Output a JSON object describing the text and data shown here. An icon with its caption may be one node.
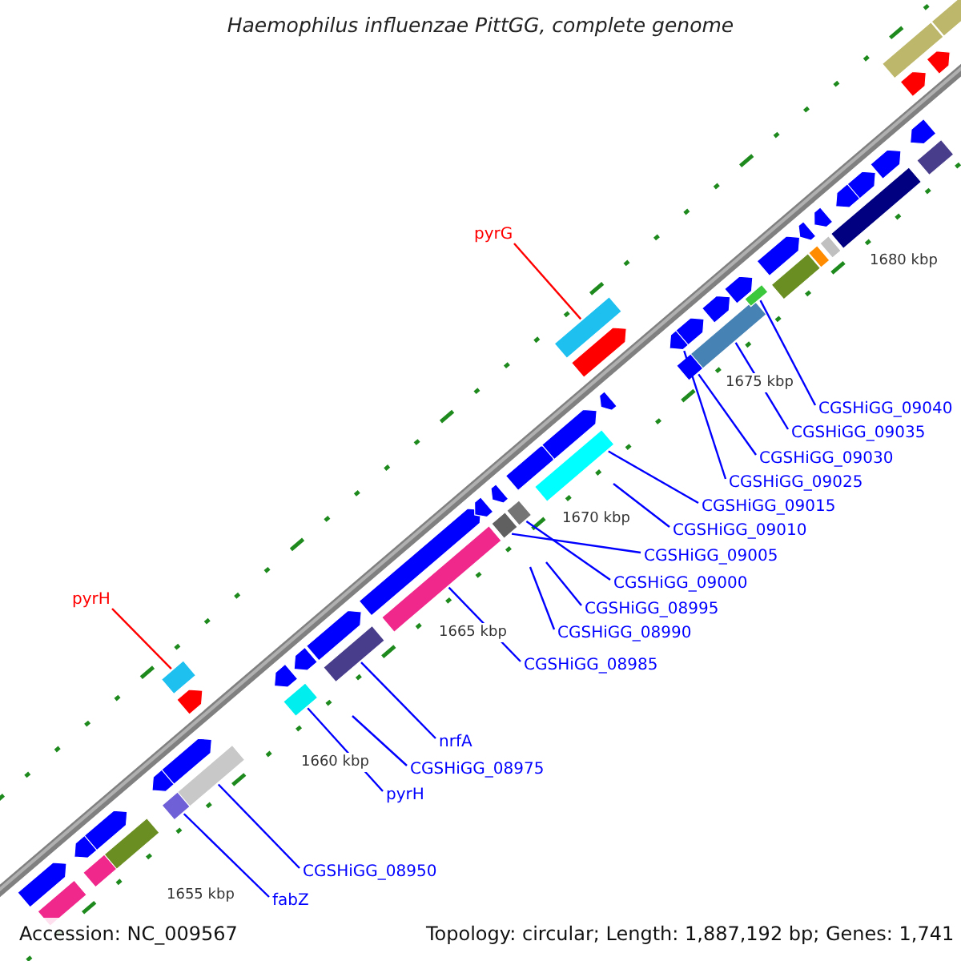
{
  "diagram": {
    "title": "Haemophilus influenzae PittGG, complete genome",
    "nodes": [
      {
        "text": [
          "pyrG"
        ]
      },
      {
        "text": [],
        "shape": "bar"
      },
      {
        "text": [
          "CGSHiGG_09040"
        ]
      },
      {
        "text": [],
        "shape": "bar"
      },
      {
        "text": [
          "CGSHiGG_09035"
        ]
      },
      {
        "text": [],
        "shape": "bar"
      },
      {
        "text": [
          "CGSHiGG_09030"
        ]
      },
      {
        "text": [],
        "shape": "bar"
      },
      {
        "text": [
          "CGSHiGG_09025"
        ]
      },
      {
        "text": [],
        "shape": "arrow"
      },
      {
        "text": [
          "CGSHiGG_09015"
        ]
      },
      {
        "text": [],
        "shape": "bar"
      },
      {
        "text": [
          "CGSHiGG_09010"
        ]
      },
      {
        "text": [
          "CGSHiGG_09005"
        ]
      },
      {
        "text": [],
        "shape": "bar"
      },
      {
        "text": [
          "CGSHiGG_09000"
        ]
      },
      {
        "text": [],
        "shape": "bar"
      },
      {
        "text": [
          "CGSHiGG_08995"
        ]
      },
      {
        "text": [
          "CGSHiGG_08990"
        ]
      },
      {
        "text": [
          "CGSHiGG_08985"
        ]
      },
      {
        "text": [],
        "shape": "bar"
      },
      {
        "text": [
          "pyrH"
        ]
      },
      {
        "text": [],
        "shape": "bar"
      },
      {
        "text": [
          "nrfA"
        ]
      },
      {
        "text": [],
        "shape": "bar"
      },
      {
        "text": [
          "CGSHiGG_08975"
        ]
      },
      {
        "text": [
          "pyrH"
        ]
      },
      {
        "text": [],
        "shape": "bar"
      },
      {
        "text": [
          "CGSHiGG_08950"
        ]
      },
      {
        "text": [],
        "shape": "bar"
      },
      {
        "text": [
          "fabZ"
        ]
      },
      {
        "text": [],
        "shape": "bar"
      },
      {
        "text": [],
        "shape": "arrow"
      },
      {
        "text": [],
        "shape": "arrow"
      },
      {
        "text": [],
        "shape": "arrow"
      },
      {
        "text": [],
        "shape": "arrow"
      },
      {
        "text": [],
        "shape": "arrow"
      },
      {
        "text": [],
        "shape": "arrow"
      },
      {
        "text": [],
        "shape": "arrow"
      },
      {
        "text": [],
        "shape": "arrow"
      },
      {
        "text": [],
        "shape": "arrow"
      },
      {
        "text": [],
        "shape": "arrow"
      },
      {
        "text": [],
        "shape": "arrow"
      },
      {
        "text": [],
        "shape": "arrow"
      },
      {
        "text": [],
        "shape": "arrow"
      },
      {
        "text": [],
        "shape": "arrow"
      },
      {
        "text": [],
        "shape": "arrow"
      },
      {
        "text": [],
        "shape": "arrow"
      },
      {
        "text": [],
        "shape": "arrow"
      },
      {
        "text": [],
        "shape": "arrow"
      },
      {
        "text": [],
        "shape": "arrow"
      },
      {
        "text": [],
        "shape": "arrow"
      },
      {
        "text": [],
        "shape": "arrow"
      },
      {
        "text": [],
        "shape": "arrow"
      },
      {
        "text": [],
        "shape": "arrow"
      },
      {
        "text": [],
        "shape": "arrow"
      },
      {
        "text": [],
        "shape": "bar"
      },
      {
        "text": [],
        "shape": "bar"
      },
      {
        "text": [],
        "shape": "bar"
      },
      {
        "text": [],
        "shape": "bar"
      },
      {
        "text": [],
        "shape": "bar"
      },
      {
        "text": [],
        "shape": "bar"
      },
      {
        "text": [],
        "shape": "bar"
      },
      {
        "text": [],
        "shape": "bar"
      },
      {
        "text": [],
        "shape": "arrow"
      },
      {
        "text": [],
        "shape": "arrow"
      },
      {
        "text": [],
        "shape": "bar"
      },
      {
        "text": [],
        "shape": "bar"
      },
      {
        "text": [],
        "shape": "arrow"
      },
      {
        "text": [],
        "shape": "arrow"
      }
    ],
    "edges": [
      {
        "from": 0,
        "to": 1,
        "arrow": "none",
        "color": "#ff0000"
      },
      {
        "from": 2,
        "to": 3,
        "arrow": "none"
      },
      {
        "from": 4,
        "to": 5,
        "arrow": "none"
      },
      {
        "from": 6,
        "to": 7,
        "arrow": "none"
      },
      {
        "from": 8,
        "to": 9,
        "arrow": "none"
      },
      {
        "from": 10,
        "to": 11,
        "arrow": "none"
      },
      {
        "from": 12,
        "to": null,
        "arrow": "none"
      },
      {
        "from": 13,
        "to": 14,
        "arrow": "none"
      },
      {
        "from": 15,
        "to": 16,
        "arrow": "none"
      },
      {
        "from": 17,
        "to": null,
        "arrow": "none"
      },
      {
        "from": 18,
        "to": null,
        "arrow": "none"
      },
      {
        "from": 19,
        "to": 20,
        "arrow": "none"
      },
      {
        "from": 21,
        "to": 22,
        "arrow": "none",
        "color": "#ff0000"
      },
      {
        "from": 23,
        "to": 24,
        "arrow": "none"
      },
      {
        "from": 25,
        "to": null,
        "arrow": "none"
      },
      {
        "from": 26,
        "to": 27,
        "arrow": "none"
      },
      {
        "from": 28,
        "to": 29,
        "arrow": "none"
      },
      {
        "from": 30,
        "to": 31,
        "arrow": "none"
      }
    ],
    "labels": [
      "1680 kbp",
      "1675 kbp",
      "1670 kbp",
      "1665 kbp",
      "1660 kbp",
      "1655 kbp",
      "Accession: NC_009567",
      "Topology: circular; Length: 1,887,192 bp; Genes: 1,741"
    ]
  }
}
